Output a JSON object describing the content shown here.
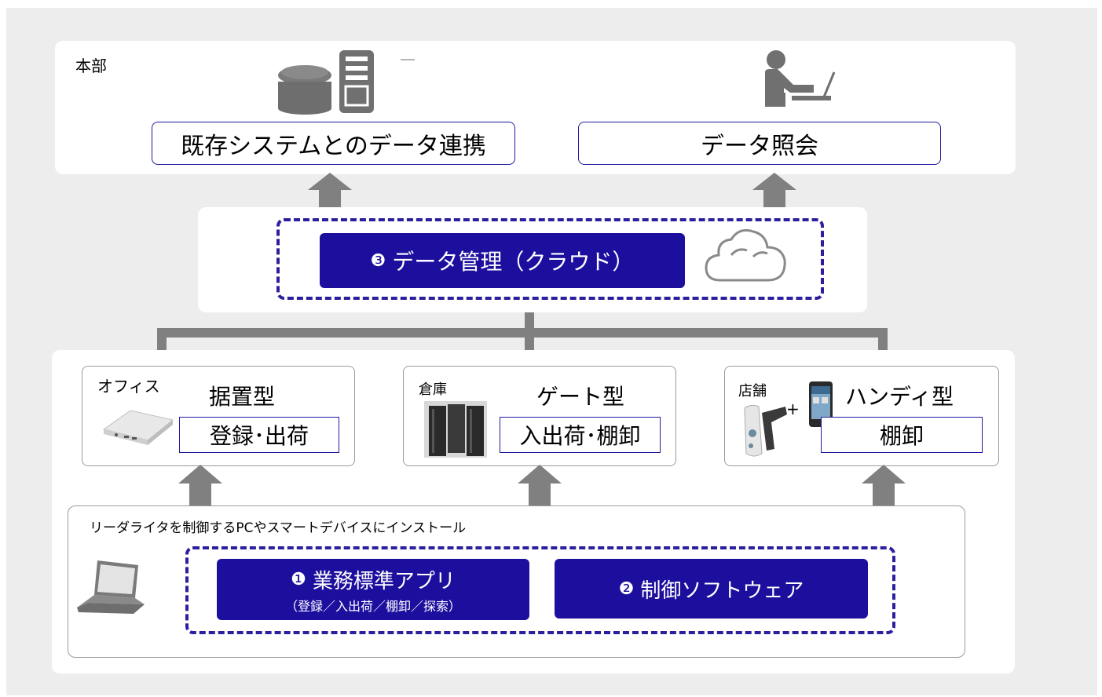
{
  "hq": {
    "label": "本部",
    "integration_label": "既存システムとのデータ連携",
    "inquiry_label": "データ照会"
  },
  "cloud": {
    "num": "❸",
    "label": "データ管理（クラウド）"
  },
  "devices": {
    "office": {
      "place": "オフィス",
      "type": "据置型",
      "func": "登録･出荷"
    },
    "warehouse": {
      "place": "倉庫",
      "type": "ゲート型",
      "func": "入出荷･棚卸"
    },
    "store": {
      "place": "店舗",
      "plus": "+",
      "type": "ハンディ型",
      "func": "棚卸"
    }
  },
  "install": {
    "caption": "リーダライタを制御するPCやスマートデバイスにインストール",
    "app1_num": "❶",
    "app1_title": "業務標準アプリ",
    "app1_sub": "（登録／入出荷／棚卸／探索）",
    "app2_num": "❷",
    "app2_title": "制御ソフトウェア"
  },
  "colors": {
    "navy": "#1d0f9e",
    "arrow": "#808080",
    "panel_bg": "#ededed"
  }
}
